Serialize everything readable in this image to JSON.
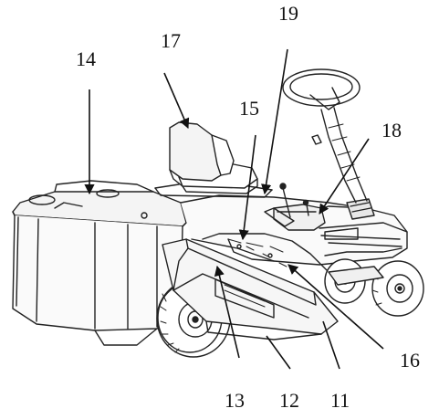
{
  "labels": {
    "n11": "11",
    "n12": "12",
    "n13": "13",
    "n14": "14",
    "n15": "15",
    "n16": "16",
    "n17": "17",
    "n18": "18",
    "n19": "19"
  }
}
